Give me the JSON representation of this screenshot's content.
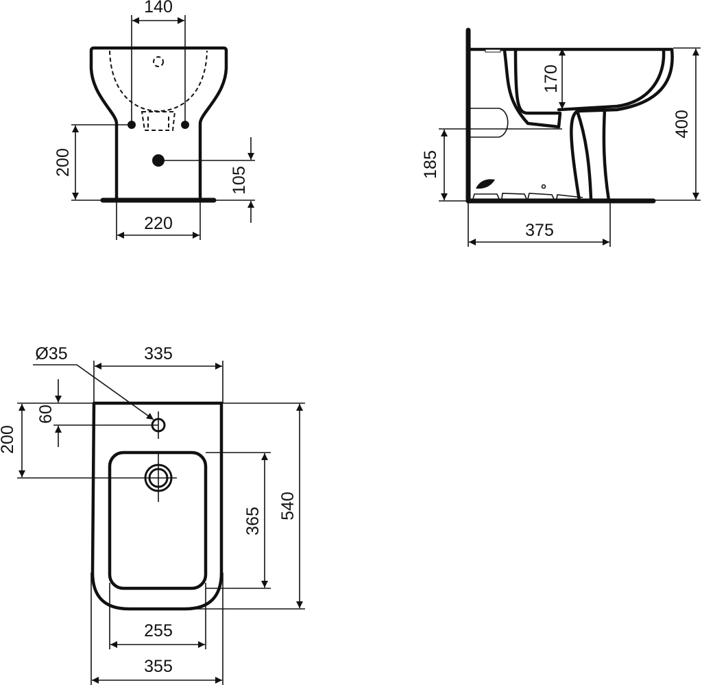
{
  "drawing": {
    "front_view": {
      "dim_trap_spacing": "140",
      "dim_trap_height": "200",
      "dim_outlet_height": "105",
      "dim_pedestal_width": "220"
    },
    "side_view": {
      "dim_bowl_depth": "170",
      "dim_total_height": "400",
      "dim_inlet_height": "185",
      "dim_projection": "375"
    },
    "plan_view": {
      "dim_tap_hole_diameter": "Ø35",
      "dim_top_width": "335",
      "dim_tap_hole_offset": "60",
      "dim_drain_offset": "200",
      "dim_total_length": "540",
      "dim_bowl_length": "365",
      "dim_bowl_width": "255",
      "dim_total_width": "355"
    }
  }
}
